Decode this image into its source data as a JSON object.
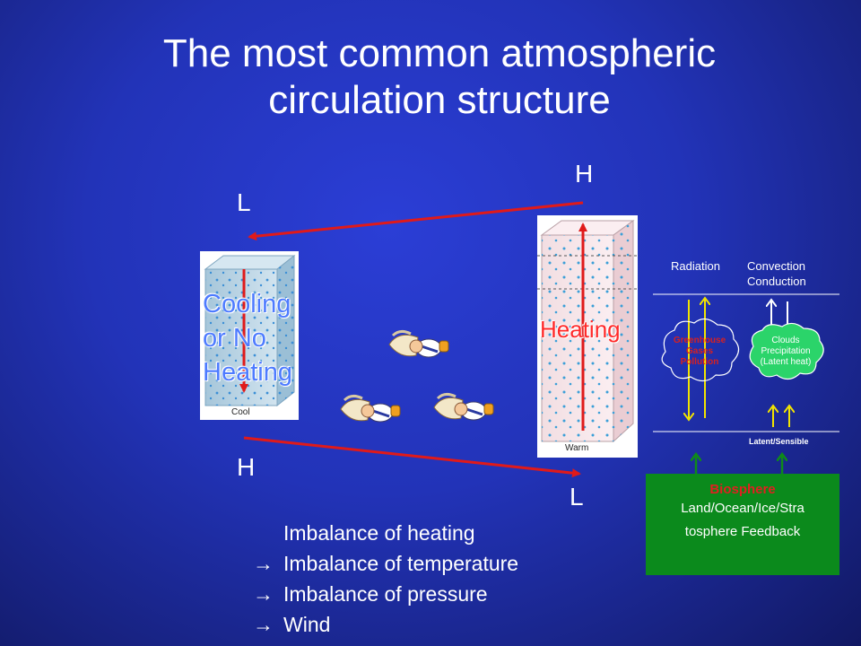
{
  "title": {
    "line1": "The most common atmospheric",
    "line2": "circulation structure"
  },
  "pressure_labels": {
    "top_left": "L",
    "top_right": "H",
    "bottom_left": "H",
    "bottom_right": "L"
  },
  "cool_box": {
    "caption": "Cool",
    "label_lines": [
      "Cooling",
      "or No",
      "Heating"
    ]
  },
  "warm_box": {
    "caption": "Warm",
    "label": "Heating"
  },
  "energy_panel": {
    "radiation": "Radiation",
    "convection": "Convection",
    "conduction": "Conduction",
    "greenhouse_lines": [
      "Greenhouse",
      "Gases",
      "Pollution"
    ],
    "clouds_lines": [
      "Clouds",
      "Precipitation",
      "(Latent heat)"
    ],
    "latent": "Latent/Sensible"
  },
  "biosphere": {
    "title": "Biosphere",
    "line1": "Land/Ocean/Ice/Stra",
    "line2": "tosphere Feedback"
  },
  "bullets": {
    "arrow": "→",
    "line0": "Imbalance of heating",
    "line1": "Imbalance of temperature",
    "line2": "Imbalance of pressure",
    "line3": "Wind"
  },
  "colors": {
    "circulation_arrow": "#e01a1a",
    "cooling_text": "#4d7bff",
    "heating_text": "#ff2a2a",
    "biosphere_bg": "#0b8a1c",
    "radiation_arrow": "#f2e400",
    "feedback_arrow": "#0f8a1a",
    "cloud_fill": "#2bd46a"
  }
}
